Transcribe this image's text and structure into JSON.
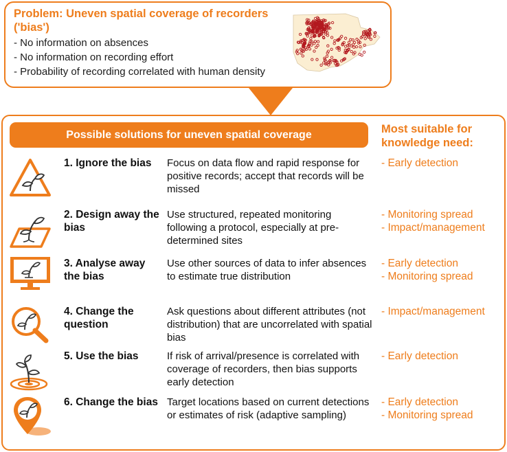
{
  "problem": {
    "title": "Problem: Uneven spatial coverage of recorders ('bias')",
    "points": [
      "- No information on absences",
      "- No information on recording effort",
      "- Probability of recording correlated with human density"
    ]
  },
  "solutions": {
    "banner": "Possible solutions for uneven spatial coverage",
    "suitable_header": "Most suitable for knowledge need:",
    "rows": [
      {
        "icon": "warning-triangle-plant-icon",
        "name": "1. Ignore the bias",
        "description": "Focus on data flow and rapid response for positive records; accept that records will be missed",
        "needs": [
          "- Early detection"
        ]
      },
      {
        "icon": "plant-on-map-icon",
        "name": "2. Design away the bias",
        "description": "Use structured, repeated monitoring following a protocol, especially at pre-determined sites",
        "needs": [
          "- Monitoring spread",
          "- Impact/management"
        ]
      },
      {
        "icon": "computer-monitor-plant-icon",
        "name": "3. Analyse away the bias",
        "description": "Use other sources of data to infer absences to estimate true distribution",
        "needs": [
          "- Early detection",
          "- Monitoring spread"
        ]
      },
      {
        "icon": "magnifier-plant-icon",
        "name": "4. Change the question",
        "description": "Ask questions about different attributes (not distribution) that are uncorrelated with spatial bias",
        "needs": [
          "- Impact/management"
        ]
      },
      {
        "icon": "plant-on-target-icon",
        "name": "5. Use the bias",
        "description": "If risk of arrival/presence is correlated with coverage of recorders, then bias supports early detection",
        "needs": [
          "- Early detection"
        ]
      },
      {
        "icon": "location-pin-plant-icon",
        "name": "6. Change the bias",
        "description": "Target locations based on current detections or estimates of risk (adaptive sampling)",
        "needs": [
          "- Early detection",
          "- Monitoring spread"
        ]
      }
    ]
  },
  "colors": {
    "accent": "#ee7d1c",
    "map_background": "#fbeed2",
    "map_points": "#b3191f"
  }
}
